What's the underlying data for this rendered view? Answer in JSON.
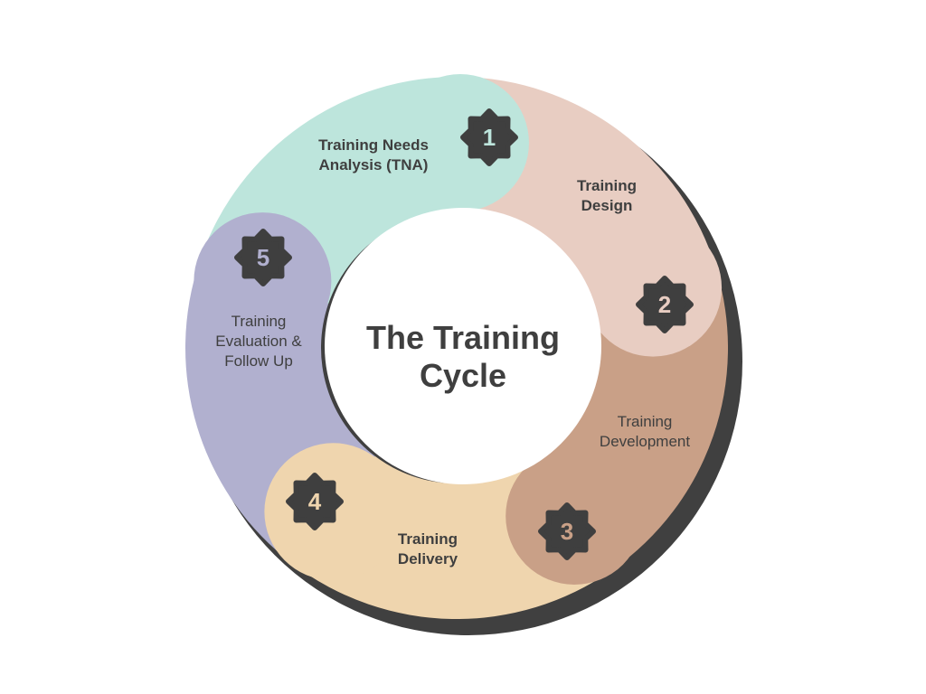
{
  "title": {
    "line1": "The Training",
    "line2": "Cycle"
  },
  "colors": {
    "dark": "#3f3f3f",
    "shadow": "#404040"
  },
  "stages": [
    {
      "number": "1",
      "lines": [
        "Training Needs",
        "Analysis  (TNA)"
      ],
      "color": "#bde5dc",
      "number_color": "#bde5dc"
    },
    {
      "number": "2",
      "lines": [
        "Training",
        "Design"
      ],
      "color": "#e8cdc2",
      "number_color": "#e8cdc2"
    },
    {
      "number": "3",
      "lines": [
        "Training",
        "Development"
      ],
      "color": "#c9a087",
      "number_color": "#c9a087"
    },
    {
      "number": "4",
      "lines": [
        "Training",
        "Delivery"
      ],
      "color": "#efd5ae",
      "number_color": "#efd5ae"
    },
    {
      "number": "5",
      "lines": [
        "Training",
        "Evaluation &",
        "Follow Up"
      ],
      "color": "#b1b0cf",
      "number_color": "#b1b0cf"
    }
  ]
}
